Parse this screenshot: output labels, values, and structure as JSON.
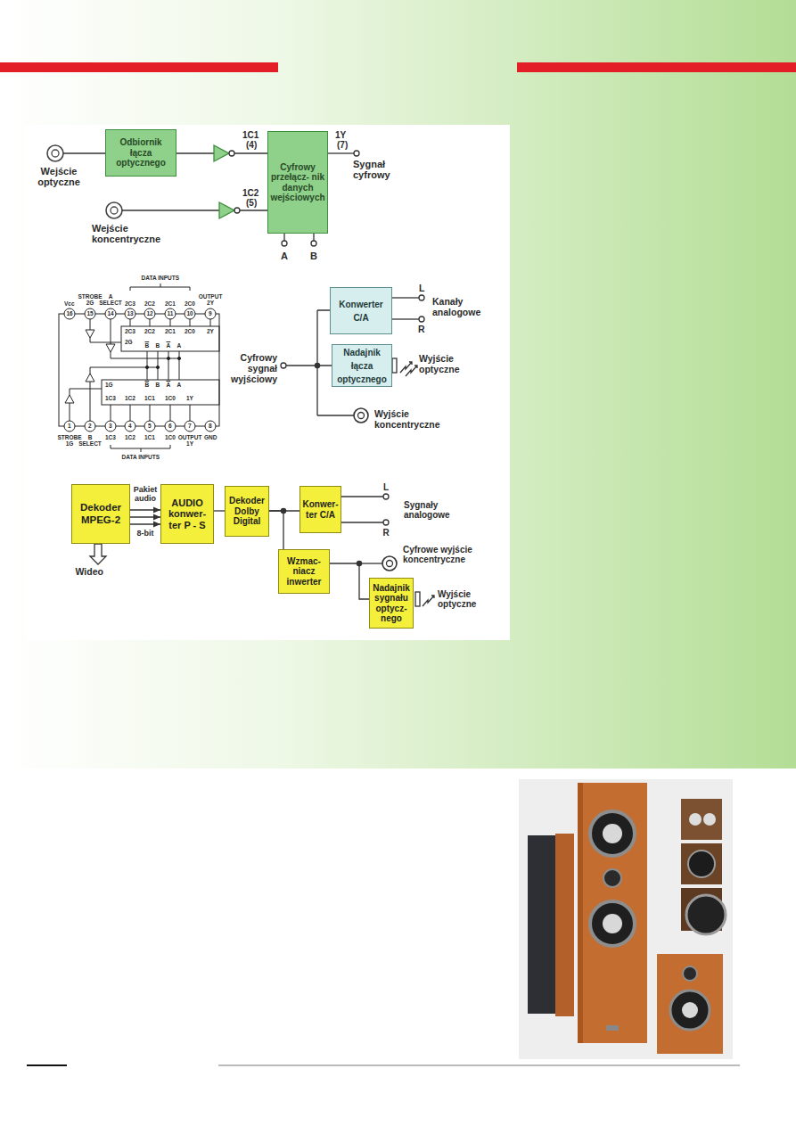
{
  "diagram": {
    "nodes": [
      {
        "text": [
          "Odbiornik łącza optycznego"
        ]
      },
      {
        "text": [
          "Cyfrowy przełącz- nik danych wejściowych"
        ]
      },
      {
        "text": [
          "Konwerter C/A"
        ]
      },
      {
        "text": [
          "Nadajnik łącza optycznego"
        ]
      },
      {
        "text": [
          "Dekoder MPEG-2"
        ]
      },
      {
        "text": [
          "AUDIO konwer- ter P - S"
        ]
      },
      {
        "text": [
          "Dekoder Dolby Digital"
        ]
      },
      {
        "text": [
          "Konwer- ter C/A"
        ]
      },
      {
        "text": [
          "Wzmac- niacz inwerter"
        ]
      },
      {
        "text": [
          "Nadajnik sygnału optycz- nego"
        ]
      }
    ],
    "edges": [
      {
        "from": 0,
        "to": 1,
        "arrow": "none"
      },
      {
        "from": 4,
        "to": 5,
        "arrow": "to"
      },
      {
        "from": 4,
        "to": 5,
        "arrow": "to"
      },
      {
        "from": 4,
        "to": 5,
        "arrow": "to"
      },
      {
        "from": 5,
        "to": 6,
        "arrow": "none"
      },
      {
        "from": 6,
        "to": 7,
        "arrow": "none"
      },
      {
        "from": 6,
        "to": 8,
        "arrow": "none"
      },
      {
        "from": 8,
        "to": 9,
        "arrow": "none"
      }
    ],
    "labels": [
      "Wejście optyczne",
      "1C1",
      "(4)",
      "1Y",
      "(7)",
      "Sygnał cyfrowy",
      "1C2",
      "(5)",
      "Wejście koncentryczne",
      "A",
      "B",
      "DATA INPUTS",
      "Vcc",
      "STROBE 2G",
      "A SELECT",
      "2C3",
      "2C2",
      "2C1",
      "2C0",
      "OUTPUT 2Y",
      "16",
      "15",
      "14",
      "13",
      "12",
      "11",
      "10",
      "9",
      "2C3",
      "2C2",
      "2C1",
      "2C0",
      "2Y",
      "2G",
      "B",
      "B",
      "A",
      "A",
      "B",
      "B",
      "A",
      "A",
      "1G",
      "1C3",
      "1C2",
      "1C1",
      "1C0",
      "1Y",
      "1",
      "2",
      "3",
      "4",
      "5",
      "6",
      "7",
      "8",
      "STROBE 1G",
      "B SELECT",
      "1C3",
      "1C2",
      "1C1",
      "1C0",
      "OUTPUT 1Y",
      "GND",
      "DATA INPUTS",
      "Cyfrowy sygnał wyjściowy",
      "L",
      "R",
      "Kanały analogowe",
      "Wyjście optyczne",
      "Wyjście koncentryczne",
      "Pakiet audio",
      "8-bit",
      "Wideo",
      "L",
      "R",
      "Sygnały analogowe",
      "Cyfrowe wyjście koncentryczne",
      "Wyjście optyczne"
    ]
  }
}
